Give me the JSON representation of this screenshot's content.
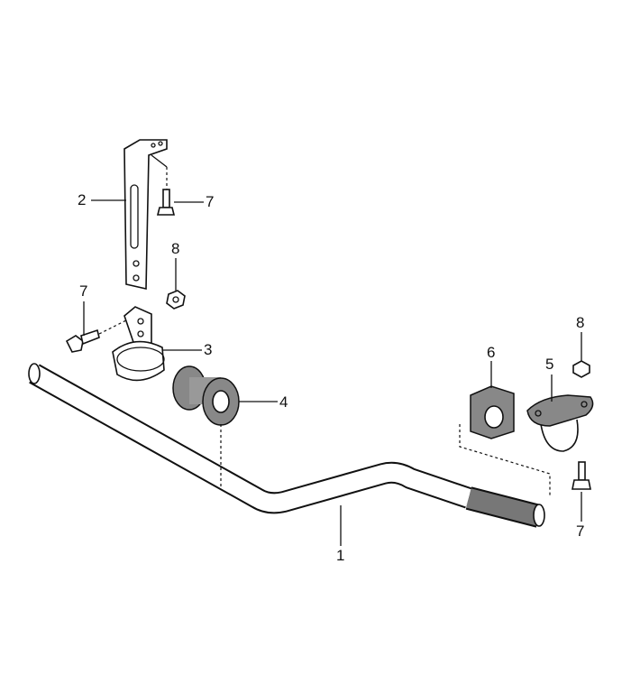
{
  "diagram": {
    "title": "Stabilizer bar assembly exploded view",
    "callouts": [
      {
        "id": "c2",
        "text": "2",
        "part": "bracket"
      },
      {
        "id": "c7a",
        "text": "7",
        "part": "bolt-upper"
      },
      {
        "id": "c8a",
        "text": "8",
        "part": "nut-left"
      },
      {
        "id": "c7b",
        "text": "7",
        "part": "bolt-left"
      },
      {
        "id": "c3",
        "text": "3",
        "part": "clamp"
      },
      {
        "id": "c4",
        "text": "4",
        "part": "bushing-round"
      },
      {
        "id": "c6",
        "text": "6",
        "part": "bushing-square"
      },
      {
        "id": "c5",
        "text": "5",
        "part": "clamp-right"
      },
      {
        "id": "c8b",
        "text": "8",
        "part": "nut-right"
      },
      {
        "id": "c7c",
        "text": "7",
        "part": "bolt-right"
      },
      {
        "id": "c1",
        "text": "1",
        "part": "stabilizer-bar"
      }
    ]
  }
}
